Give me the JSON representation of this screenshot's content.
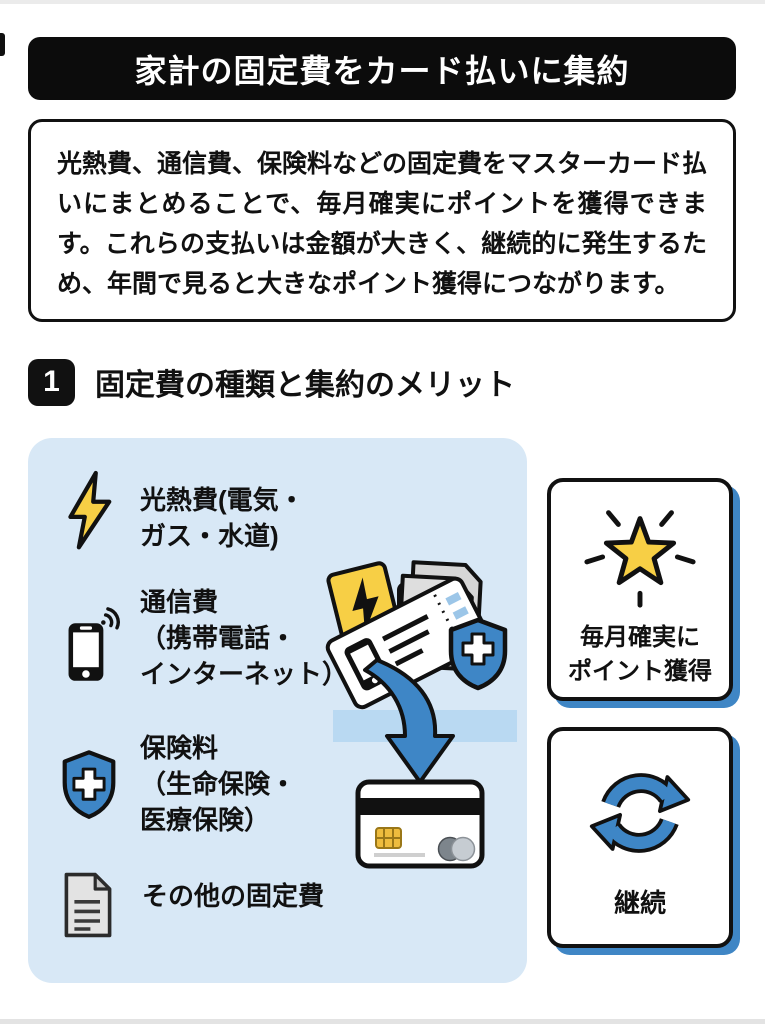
{
  "banner": {
    "title": "家計の固定費をカード払いに集約",
    "bg": "#0c0c0c",
    "text_color": "#ffffff"
  },
  "intro": {
    "text": "光熱費、通信費、保険料などの固定費をマスターカード払いにまとめることで、毎月確実にポイントを獲得できます。これらの支払いは金額が大きく、継続的に発生するため、年間で見ると大きなポイント獲得につながります。"
  },
  "section": {
    "number": "1",
    "title": "固定費の種類と集約のメリット"
  },
  "fixed_costs_panel": {
    "items": [
      {
        "icon": "lightning-bolt-icon",
        "label": "光熱費(電気・\nガス・水道)"
      },
      {
        "icon": "smartphone-signal-icon",
        "label": "通信費\n（携帯電話・\nインターネット）"
      },
      {
        "icon": "insurance-shield-icon",
        "label": "保険料\n（生命保険・\n医療保険）"
      },
      {
        "icon": "document-icon",
        "label": "その他の固定費"
      }
    ],
    "illustration_icon": "bills-to-credit-card-illustration"
  },
  "benefits": [
    {
      "icon": "star-sparkle-icon",
      "label": "毎月確実に\nポイント獲得"
    },
    {
      "icon": "refresh-arrows-icon",
      "label": "継続"
    }
  ],
  "colors": {
    "accent_blue": "#3e86c6",
    "panel_blue": "#d8e8f6",
    "band_blue": "#b9d9f2",
    "yellow": "#f7cf45",
    "ink": "#111111"
  }
}
